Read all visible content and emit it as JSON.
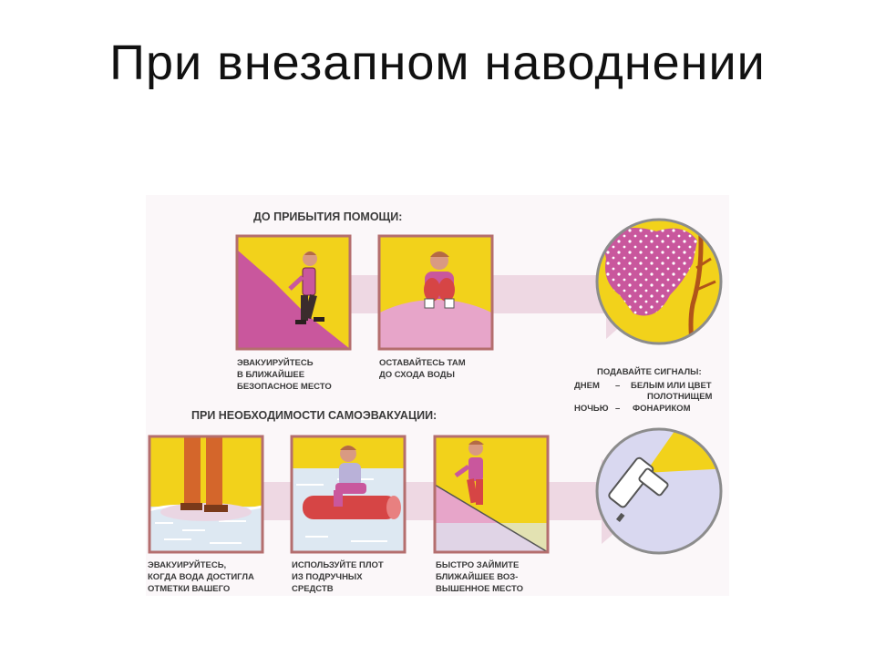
{
  "slide": {
    "title": "При внезапном наводнении"
  },
  "poster": {
    "top_heading": "ДО ПРИБЫТИЯ ПОМОЩИ:",
    "bottom_heading": "ПРИ НЕОБХОДИМОСТИ САМОЭВАКУАЦИИ:",
    "panels": [
      {
        "lines": [
          "ЭВАКУИРУЙТЕСЬ",
          "В БЛИЖАЙШЕЕ",
          "БЕЗОПАСНОЕ МЕСТО"
        ]
      },
      {
        "lines": [
          "ОСТАВАЙТЕСЬ ТАМ",
          "ДО СХОДА ВОДЫ"
        ]
      },
      {
        "lines": [
          "ЭВАКУИРУЙТЕСЬ,",
          "КОГДА ВОДА ДОСТИГЛА",
          "ОТМЕТКИ ВАШЕГО"
        ]
      },
      {
        "lines": [
          "ИСПОЛЬЗУЙТЕ ПЛОТ",
          "ИЗ ПОДРУЧНЫХ",
          "СРЕДСТВ"
        ]
      },
      {
        "lines": [
          "БЫСТРО ЗАЙМИТЕ",
          "БЛИЖАЙШЕЕ ВОЗ-",
          "ВЫШЕННОЕ МЕСТО"
        ]
      }
    ],
    "signals": {
      "heading": "ПОДАВАЙТЕ СИГНАЛЫ:",
      "day_label": "ДНЕМ",
      "dash": "–",
      "day_text": [
        "БЕЛЫМ ИЛИ ЦВЕТ",
        "ПОЛОТНИЩЕМ"
      ],
      "night_label": "НОЧЬЮ",
      "night_text": "ФОНАРИКОМ"
    }
  },
  "colors": {
    "yellow": "#f2d21b",
    "magenta": "#c9579d",
    "pink": "#e7a5c9",
    "arrow": "#eed8e3",
    "frame": "#b46e6e",
    "water": "#dde8f2",
    "lavender": "#d9d8f0"
  }
}
